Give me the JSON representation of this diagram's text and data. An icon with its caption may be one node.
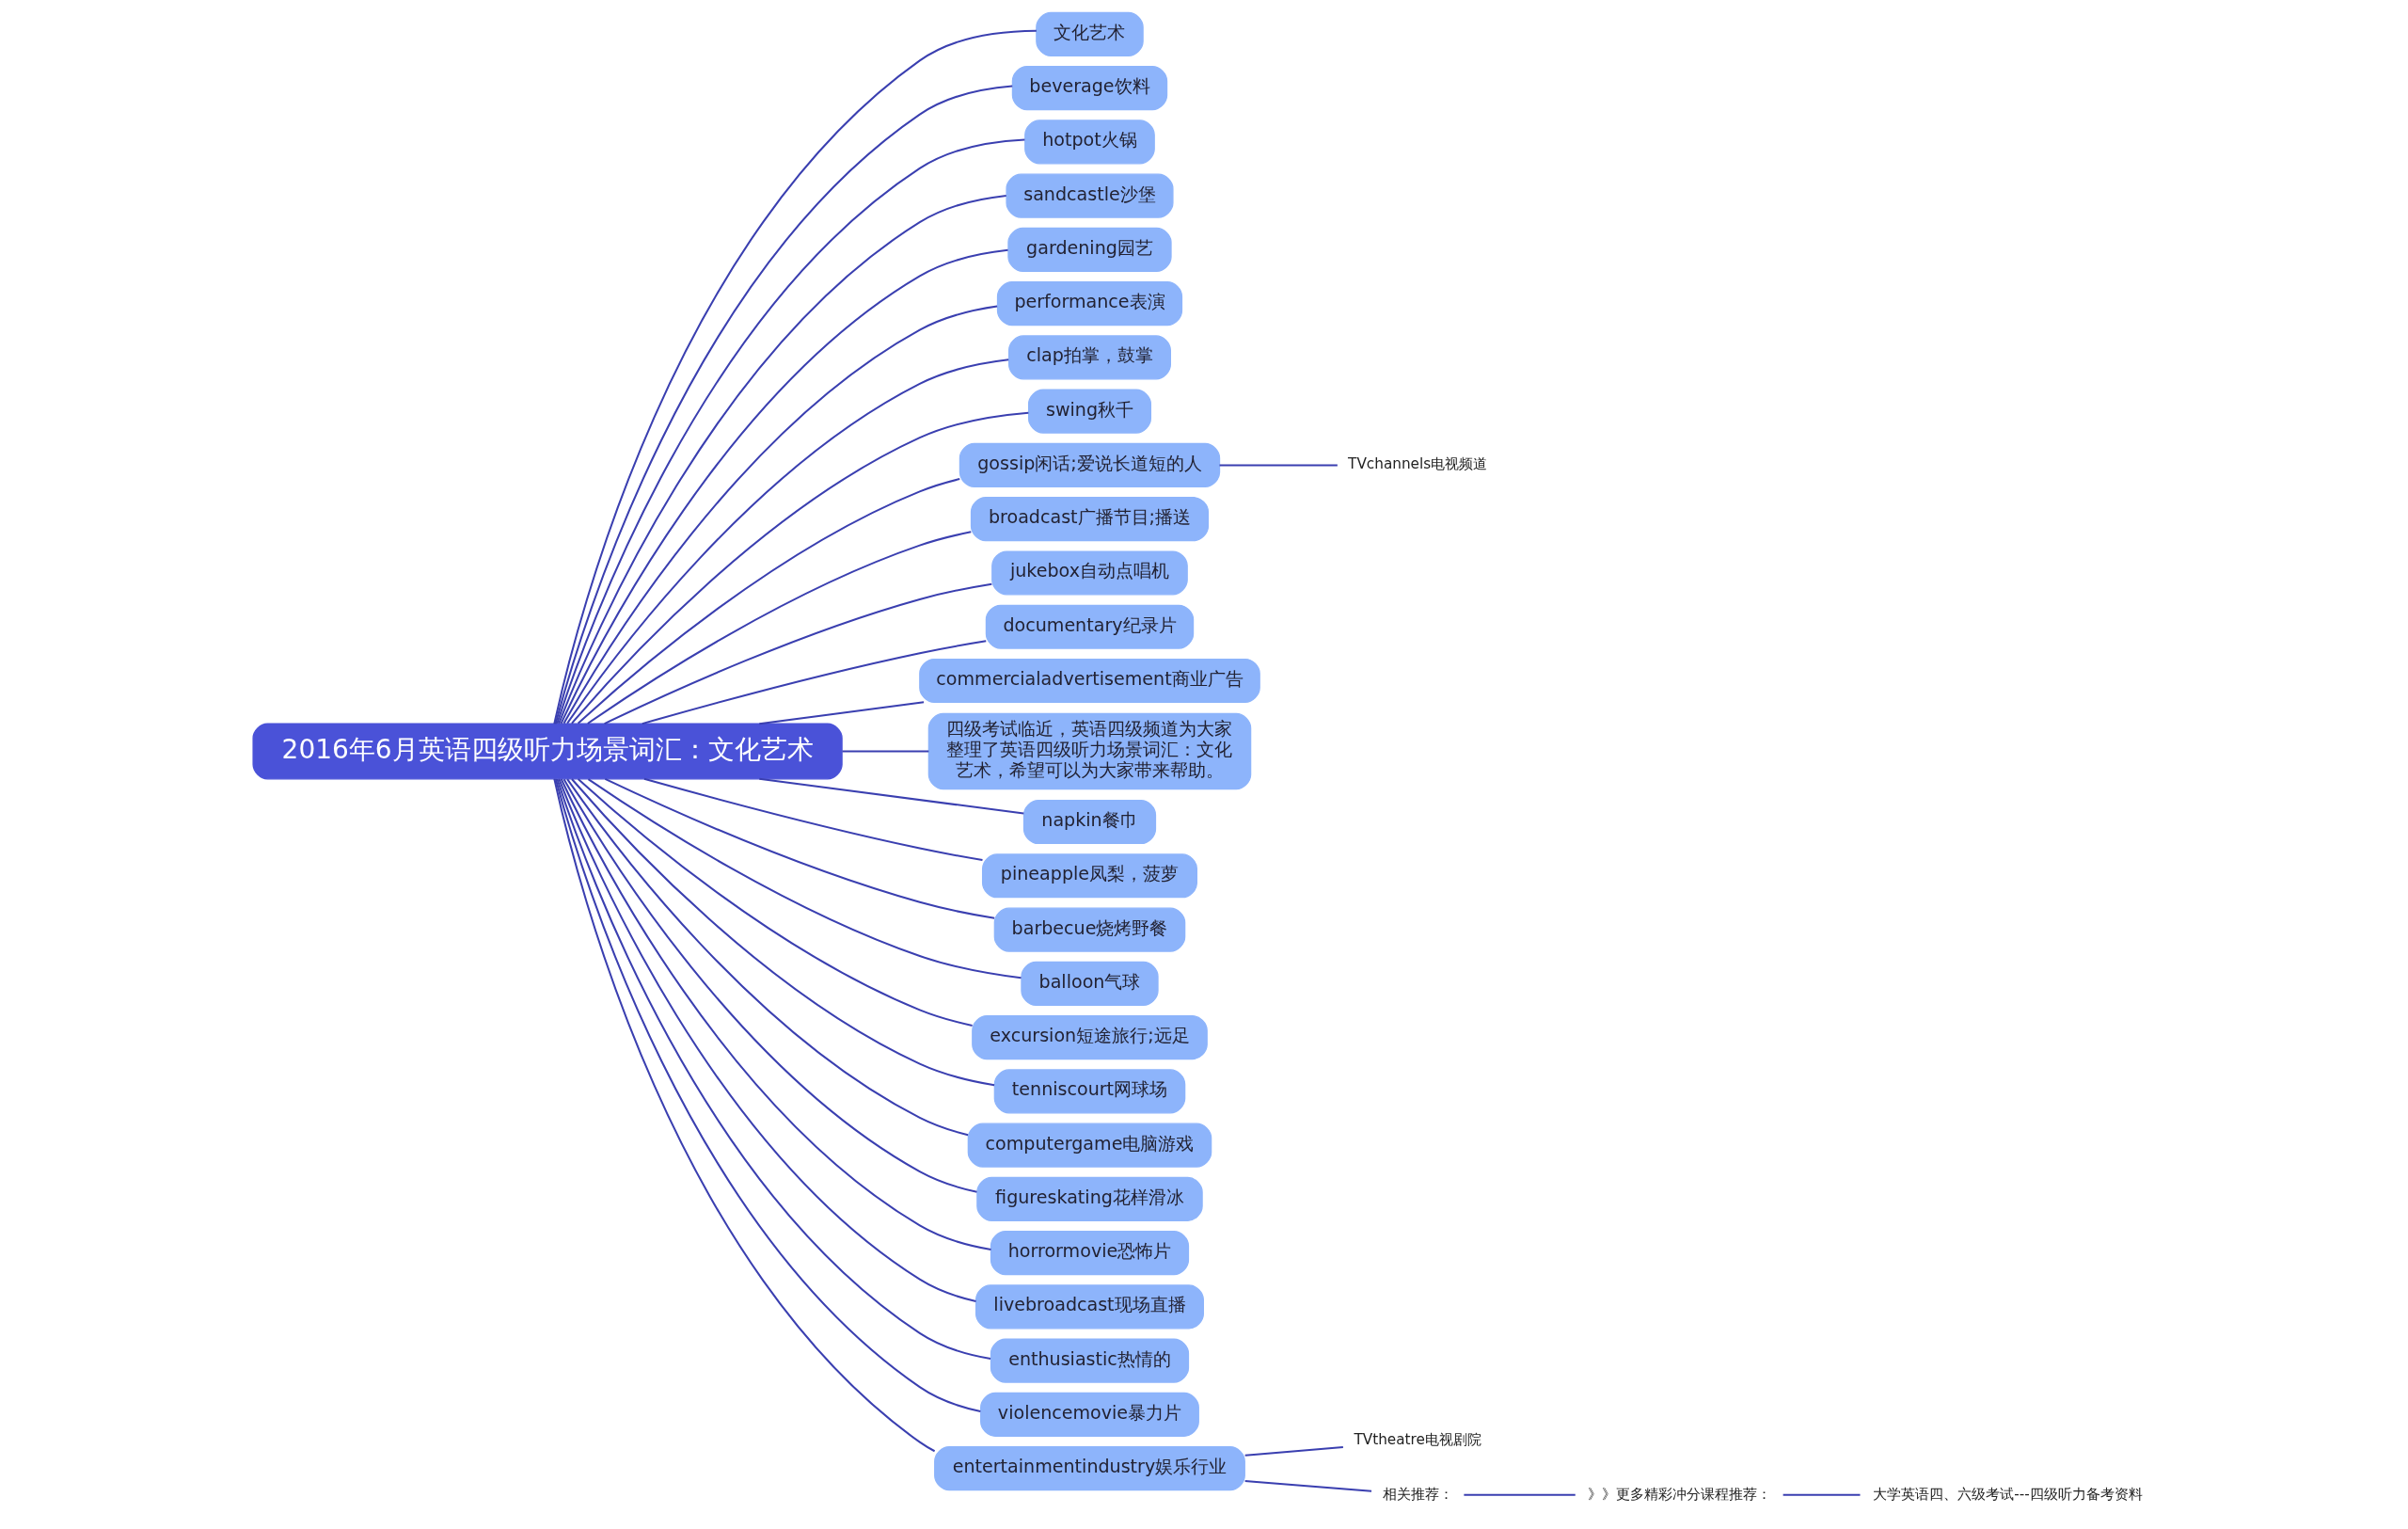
{
  "diagram": {
    "nodes": [
      {
        "text": [
          "2016年6月英语四级听力场景词汇：文化艺术"
        ]
      },
      {
        "text": [
          "文化艺术"
        ]
      },
      {
        "text": [
          "beverage饮料"
        ]
      },
      {
        "text": [
          "hotpot火锅"
        ]
      },
      {
        "text": [
          "sandcastle沙堡"
        ]
      },
      {
        "text": [
          "gardening园艺"
        ]
      },
      {
        "text": [
          "performance表演"
        ]
      },
      {
        "text": [
          "clap拍掌，鼓掌"
        ]
      },
      {
        "text": [
          "swing秋千"
        ]
      },
      {
        "text": [
          "gossip闲话;爱说长道短的人"
        ]
      },
      {
        "text": [
          "broadcast广播节目;播送"
        ]
      },
      {
        "text": [
          "jukebox自动点唱机"
        ]
      },
      {
        "text": [
          "documentary纪录片"
        ]
      },
      {
        "text": [
          "commercialadvertisement商业广告"
        ]
      },
      {
        "text": [
          "TVchannels电视频道"
        ]
      },
      {
        "text": [
          "四级考试临近，英语四级频道为大家整理了英语四级听力场景词汇：文化艺术，希望可以为大家带来帮助。"
        ]
      },
      {
        "text": [
          "napkin餐巾"
        ]
      },
      {
        "text": [
          "pineapple凤梨，菠萝"
        ]
      },
      {
        "text": [
          "barbecue烧烤野餐"
        ]
      },
      {
        "text": [
          "balloon气球"
        ]
      },
      {
        "text": [
          "excursion短途旅行;远足"
        ]
      },
      {
        "text": [
          "tenniscourt网球场"
        ]
      },
      {
        "text": [
          "computergame电脑游戏"
        ]
      },
      {
        "text": [
          "figureskating花样滑冰"
        ]
      },
      {
        "text": [
          "horrormovie恐怖片"
        ]
      },
      {
        "text": [
          "livebroadcast现场直播"
        ]
      },
      {
        "text": [
          "enthusiastic热情的"
        ]
      },
      {
        "text": [
          "violencemovie暴力片"
        ]
      },
      {
        "text": [
          "entertainmentindustry娱乐行业"
        ]
      },
      {
        "text": [
          "TVtheatre电视剧院"
        ]
      },
      {
        "text": [
          "相关推荐："
        ]
      },
      {
        "text": [
          "》》更多精彩冲分课程推荐："
        ]
      },
      {
        "text": [
          "大学英语四、六级考试---四级听力备考资料"
        ]
      }
    ],
    "edges": [
      {
        "from": 0,
        "to": 1,
        "arrow": "none"
      },
      {
        "from": 0,
        "to": 2,
        "arrow": "none"
      },
      {
        "from": 0,
        "to": 3,
        "arrow": "none"
      },
      {
        "from": 0,
        "to": 4,
        "arrow": "none"
      },
      {
        "from": 0,
        "to": 5,
        "arrow": "none"
      },
      {
        "from": 0,
        "to": 6,
        "arrow": "none"
      },
      {
        "from": 0,
        "to": 7,
        "arrow": "none"
      },
      {
        "from": 0,
        "to": 8,
        "arrow": "none"
      },
      {
        "from": 0,
        "to": 9,
        "arrow": "none"
      },
      {
        "from": 0,
        "to": 10,
        "arrow": "none"
      },
      {
        "from": 0,
        "to": 11,
        "arrow": "none"
      },
      {
        "from": 0,
        "to": 12,
        "arrow": "none"
      },
      {
        "from": 0,
        "to": 13,
        "arrow": "none"
      },
      {
        "from": 9,
        "to": 14,
        "arrow": "none"
      },
      {
        "from": 0,
        "to": 15,
        "arrow": "none"
      },
      {
        "from": 0,
        "to": 16,
        "arrow": "none"
      },
      {
        "from": 0,
        "to": 17,
        "arrow": "none"
      },
      {
        "from": 0,
        "to": 18,
        "arrow": "none"
      },
      {
        "from": 0,
        "to": 19,
        "arrow": "none"
      },
      {
        "from": 0,
        "to": 20,
        "arrow": "none"
      },
      {
        "from": 0,
        "to": 21,
        "arrow": "none"
      },
      {
        "from": 0,
        "to": 22,
        "arrow": "none"
      },
      {
        "from": 0,
        "to": 23,
        "arrow": "none"
      },
      {
        "from": 0,
        "to": 24,
        "arrow": "none"
      },
      {
        "from": 0,
        "to": 25,
        "arrow": "none"
      },
      {
        "from": 0,
        "to": 26,
        "arrow": "none"
      },
      {
        "from": 0,
        "to": 27,
        "arrow": "none"
      },
      {
        "from": 0,
        "to": 28,
        "arrow": "none"
      },
      {
        "from": 28,
        "to": 29,
        "arrow": "none"
      },
      {
        "from": 28,
        "to": 30,
        "arrow": "none"
      },
      {
        "from": 30,
        "to": 31,
        "arrow": "none"
      },
      {
        "from": 31,
        "to": 32,
        "arrow": "none"
      }
    ]
  }
}
